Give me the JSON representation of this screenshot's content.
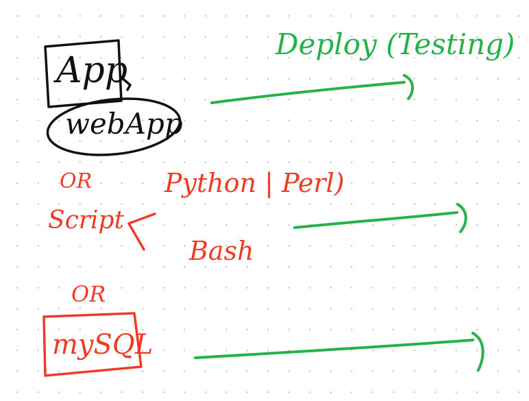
{
  "colors": {
    "black_ink": "#111111",
    "red_ink": "#f03a24",
    "green_ink": "#25b24a",
    "dot_grid": "#c9c9c9"
  },
  "nodes": {
    "app": "App",
    "webapp": "webApp",
    "or_1": "OR",
    "script": "Script",
    "python_perl": "Python | Perl)",
    "bash": "Bash",
    "or_2": "OR",
    "mysql": "mySQL"
  },
  "deploy_label": "Deploy (Testing)"
}
